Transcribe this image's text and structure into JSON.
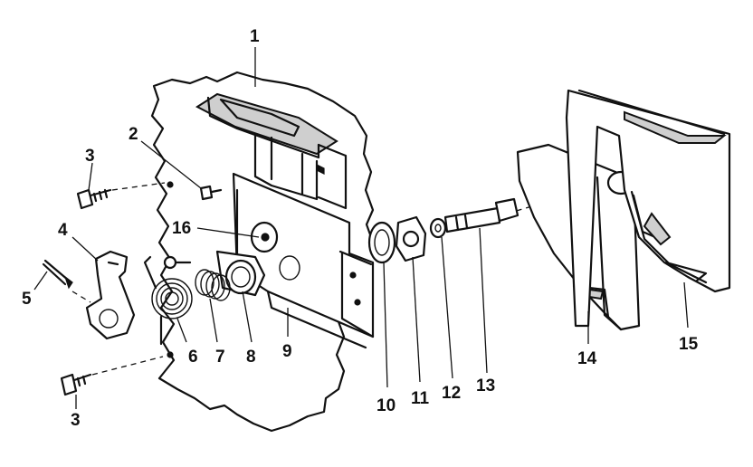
{
  "callouts": [
    {
      "id": "c1",
      "label": "1"
    },
    {
      "id": "c2",
      "label": "2"
    },
    {
      "id": "c3a",
      "label": "3"
    },
    {
      "id": "c3b",
      "label": "3"
    },
    {
      "id": "c4",
      "label": "4"
    },
    {
      "id": "c5",
      "label": "5"
    },
    {
      "id": "c6",
      "label": "6"
    },
    {
      "id": "c7",
      "label": "7"
    },
    {
      "id": "c8",
      "label": "8"
    },
    {
      "id": "c9",
      "label": "9"
    },
    {
      "id": "c10",
      "label": "10"
    },
    {
      "id": "c11",
      "label": "11"
    },
    {
      "id": "c12",
      "label": "12"
    },
    {
      "id": "c13",
      "label": "13"
    },
    {
      "id": "c14",
      "label": "14"
    },
    {
      "id": "c15",
      "label": "15"
    },
    {
      "id": "c16",
      "label": "16"
    }
  ]
}
